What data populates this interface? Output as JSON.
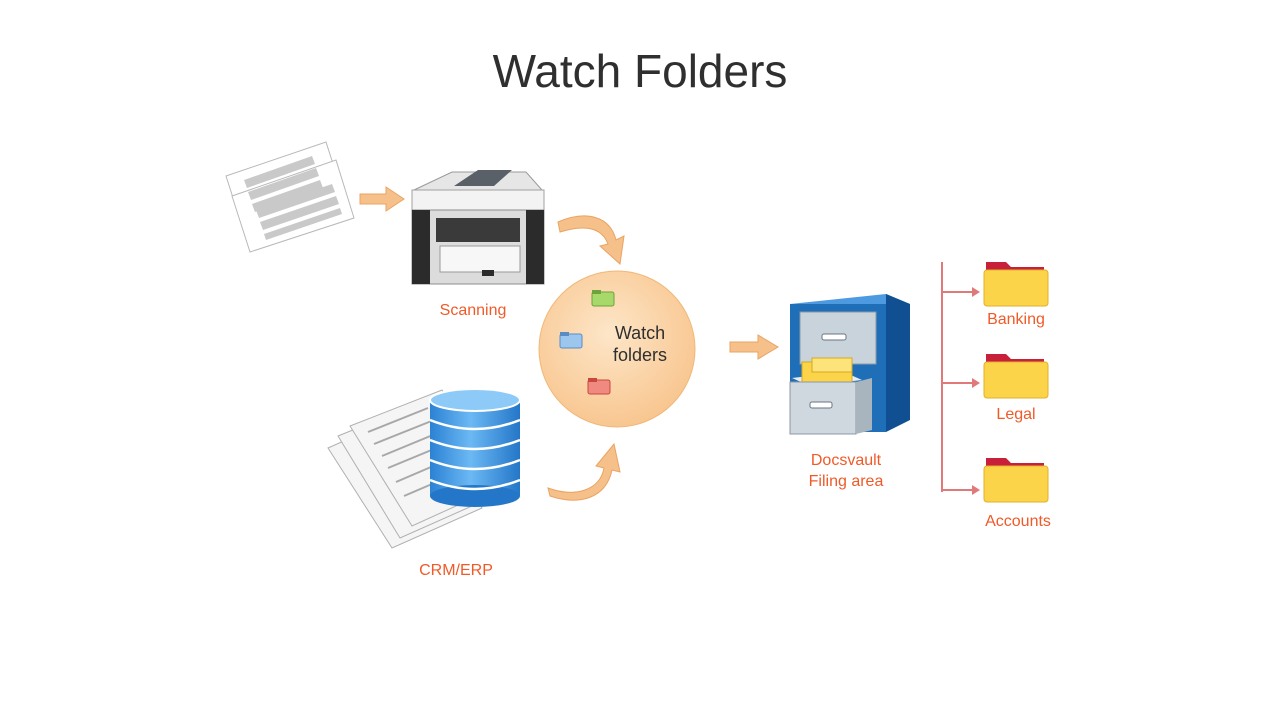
{
  "title": "Watch Folders",
  "colors": {
    "label": "#f05a28",
    "arrow": "#f6c08a",
    "arrow_stroke": "#e9a462",
    "circle": "#fbd09e",
    "folder": "#fbd44a",
    "folder_tab": "#c8203a",
    "cabinet": "#1f6fb8",
    "db": "#3e9ce8",
    "branch": "#e07a7a"
  },
  "sources": {
    "scanning": "Scanning",
    "crm": "CRM/ERP"
  },
  "hub": {
    "label_line1": "Watch",
    "label_line2": "folders"
  },
  "filing": {
    "label_line1": "Docsvault",
    "label_line2": "Filing area"
  },
  "destinations": [
    {
      "label": "Banking"
    },
    {
      "label": "Legal"
    },
    {
      "label": "Accounts"
    }
  ]
}
